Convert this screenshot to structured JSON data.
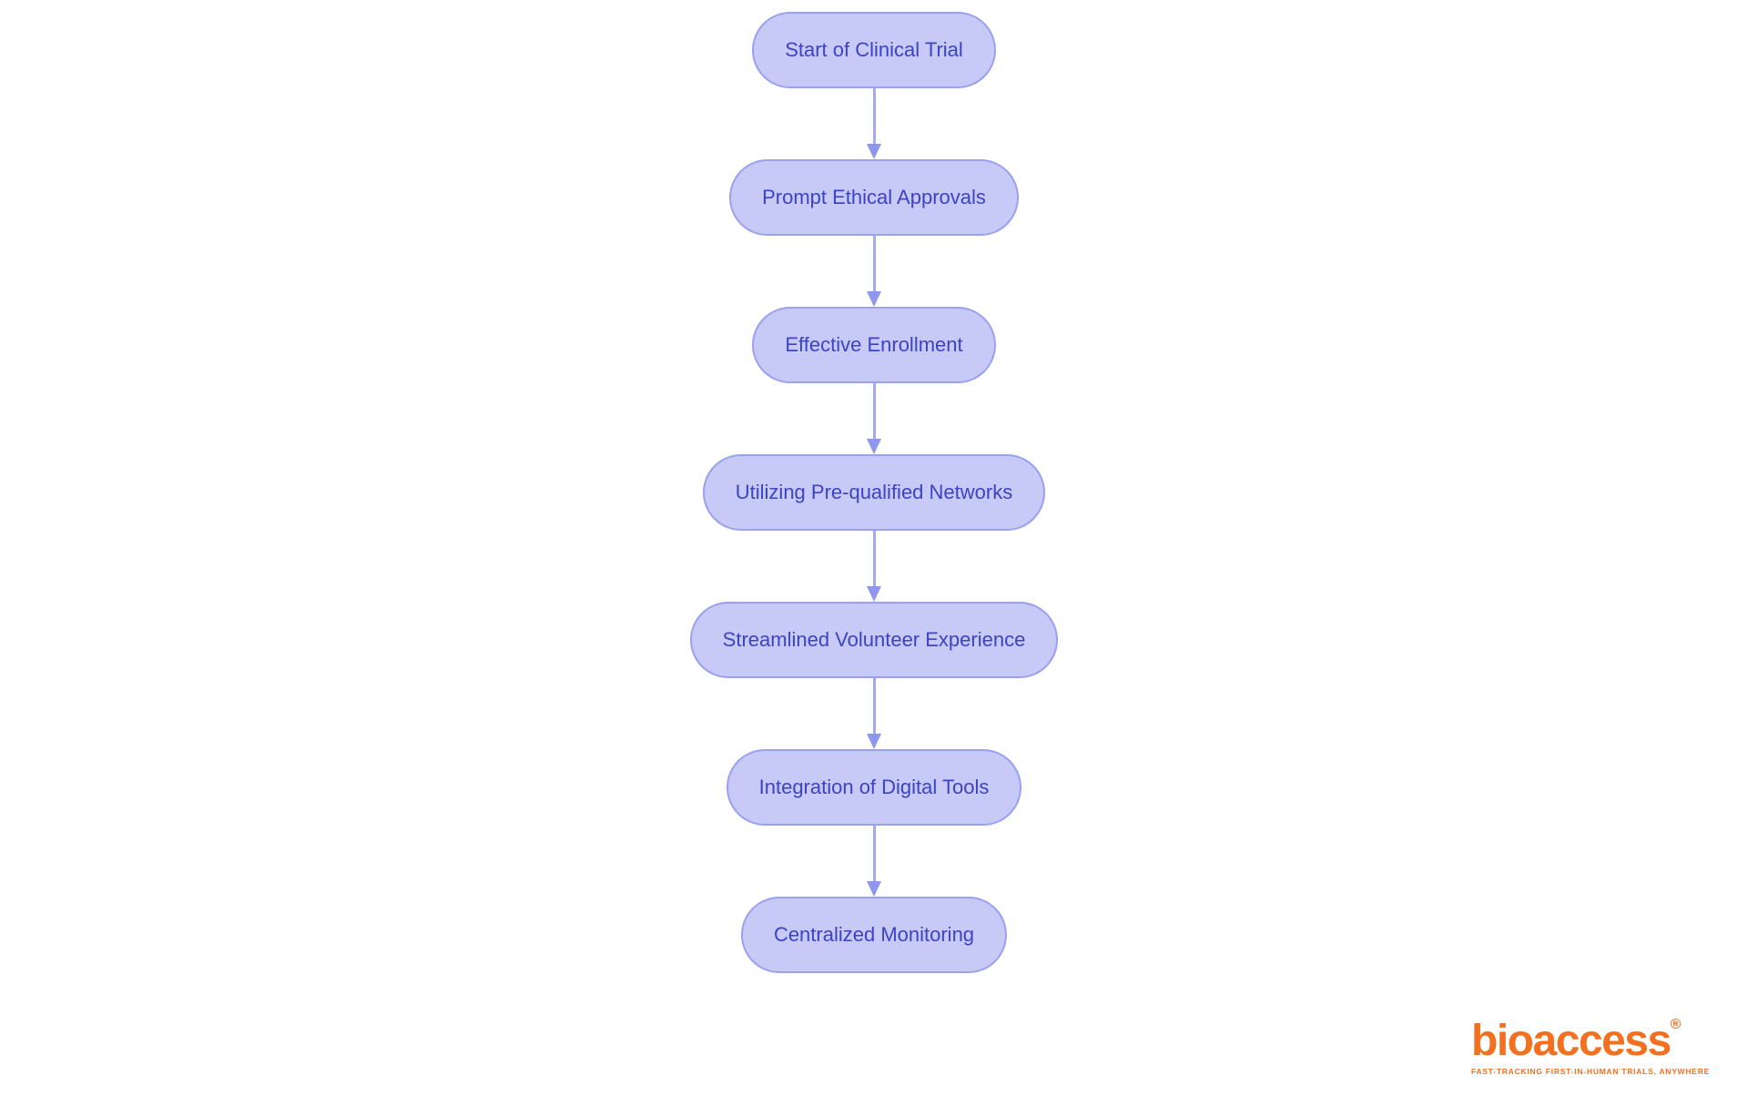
{
  "flow": {
    "nodes": [
      {
        "label": "Start of Clinical Trial"
      },
      {
        "label": "Prompt Ethical Approvals"
      },
      {
        "label": "Effective Enrollment"
      },
      {
        "label": "Utilizing Pre-qualified Networks"
      },
      {
        "label": "Streamlined Volunteer Experience"
      },
      {
        "label": "Integration of Digital Tools"
      },
      {
        "label": "Centralized Monitoring"
      }
    ]
  },
  "colors": {
    "node_fill": "#c7c9f7",
    "node_border": "#99a1f0",
    "node_text": "#3d43c4",
    "arrow_line": "#a3aaf2",
    "arrow_head": "#8e97ed",
    "brand_orange": "#f2701f"
  },
  "logo": {
    "brand": "bioaccess",
    "registered_mark": "®",
    "tagline": "FAST-TRACKING FIRST-IN-HUMAN TRIALS, ANYWHERE"
  }
}
